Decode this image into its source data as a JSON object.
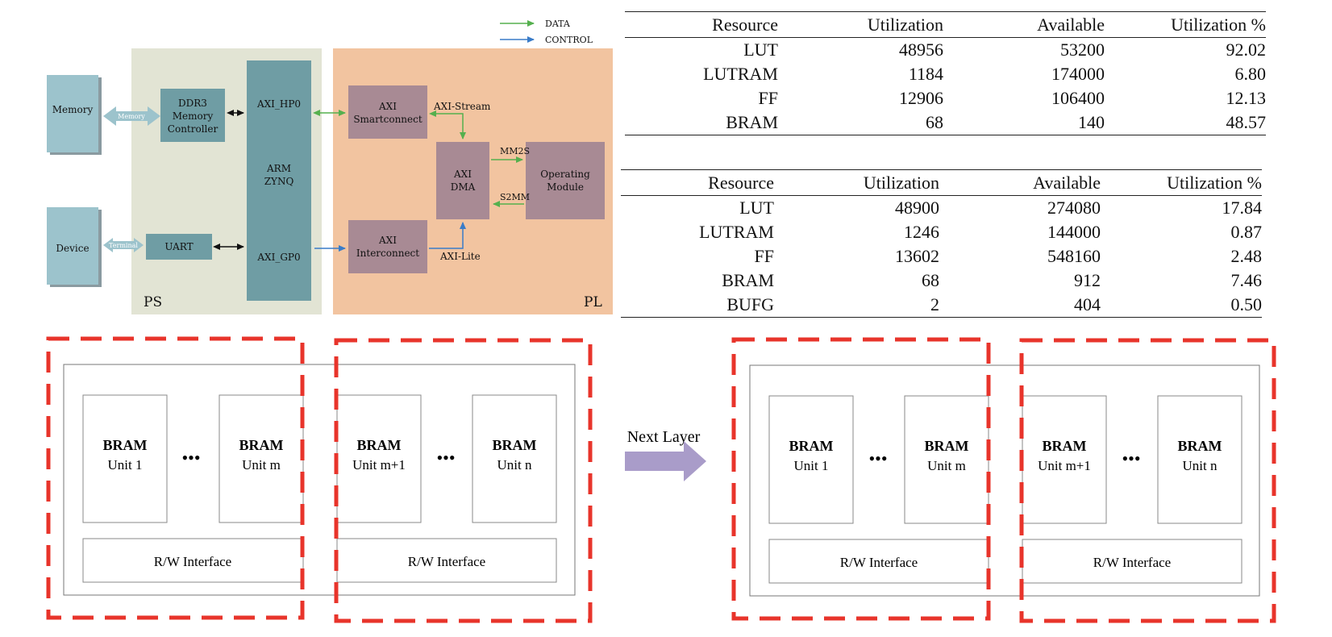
{
  "architecture": {
    "legend": {
      "data": "DATA",
      "control": "CONTROL"
    },
    "ps_label": "PS",
    "pl_label": "PL",
    "memory": "Memory",
    "memory_link": "Memory",
    "ddr3": [
      "DDR3",
      "Memory",
      "Controller"
    ],
    "device": "Device",
    "terminal_link": "Terminal",
    "uart": "UART",
    "axi_hp0": "AXI_HP0",
    "arm_zynq": [
      "ARM",
      "ZYNQ"
    ],
    "axi_gp0": "AXI_GP0",
    "smartconnect": [
      "AXI",
      "Smartconnect"
    ],
    "axi_stream": "AXI-Stream",
    "axi_dma": [
      "AXI",
      "DMA"
    ],
    "mm2s": "MM2S",
    "s2mm": "S2MM",
    "operating_module": [
      "Operating",
      "Module"
    ],
    "interconnect": [
      "AXI",
      "Interconnect"
    ],
    "axi_lite": "AXI-Lite",
    "colors": {
      "ps_bg": "#e2e4d4",
      "pl_bg": "#f2c4a0",
      "teal_box": "#6f9da4",
      "light_box": "#9cc3cc",
      "mauve_box": "#a88a94",
      "data_arrow": "#55b04e",
      "control_arrow": "#3a7cc8"
    }
  },
  "table1": {
    "headers": [
      "Resource",
      "Utilization",
      "Available",
      "Utilization %"
    ],
    "rows": [
      [
        "LUT",
        "48956",
        "53200",
        "92.02"
      ],
      [
        "LUTRAM",
        "1184",
        "174000",
        "6.80"
      ],
      [
        "FF",
        "12906",
        "106400",
        "12.13"
      ],
      [
        "BRAM",
        "68",
        "140",
        "48.57"
      ]
    ]
  },
  "table2": {
    "headers": [
      "Resource",
      "Utilization",
      "Available",
      "Utilization %"
    ],
    "rows": [
      [
        "LUT",
        "48900",
        "274080",
        "17.84"
      ],
      [
        "LUTRAM",
        "1246",
        "144000",
        "0.87"
      ],
      [
        "FF",
        "13602",
        "548160",
        "2.48"
      ],
      [
        "BRAM",
        "68",
        "912",
        "7.46"
      ],
      [
        "BUFG",
        "2",
        "404",
        "0.50"
      ]
    ]
  },
  "memory": {
    "next_layer": "Next Layer",
    "bram": "BRAM",
    "dots": "•••",
    "rw_interface": "R/W Interface",
    "left": {
      "units": [
        "Unit 1",
        "Unit m",
        "Unit m+1",
        "Unit n"
      ]
    },
    "right": {
      "units": [
        "Unit 1",
        "Unit m",
        "Unit m+1",
        "Unit n"
      ]
    },
    "colors": {
      "dash": "#e8342b",
      "arrow": "#a99cc9"
    }
  }
}
